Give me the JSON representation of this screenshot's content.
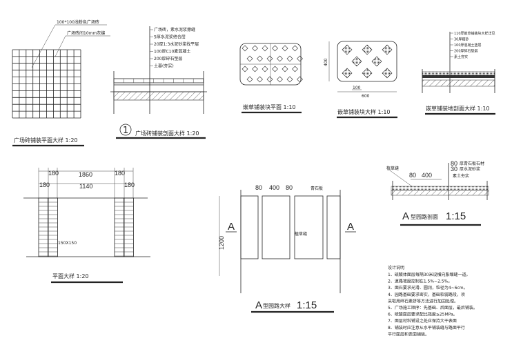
{
  "paving_plan": {
    "label_tile": "100*100浅粉色广场砖",
    "label_joint": "广场砖间10mm灰缝",
    "title": "广场砖铺装平面大样  1:20"
  },
  "paving_section": {
    "number": "1",
    "layers": [
      "广场砖，素水泥浆擦缝",
      "5厚水泥浆结合层",
      "20厚1:3水泥砂浆找平层",
      "100厚C10素混凝土",
      "200厚碎石垫层",
      "土基(夯实)"
    ],
    "title": "广场砖铺装剖面大样  1:20"
  },
  "grass_block_plan": {
    "title": "嵌草铺装块平面  1:10"
  },
  "grass_block_detail": {
    "dim_height": "400",
    "dim_hole": "100",
    "dim_width": "600",
    "title": "嵌草铺装块大样  1:10"
  },
  "grass_section": {
    "layers": [
      "110厚嵌草铺装块大样详见",
      "30厚粗砂",
      "100厚混凝土垫层",
      "200厚碎石垫层",
      "素土夯实"
    ],
    "title": "嵌草铺装地剖面大样  1:10"
  },
  "plan_detail": {
    "dim_total": "1860",
    "dim_inner": "1140",
    "dim_180": "180",
    "label_mid": "150X150",
    "title": "平面大样  1:20"
  },
  "path_a_detail": {
    "dim_80": "80",
    "dim_400": "400",
    "dim_1200": "1200",
    "section_mark": "A",
    "label_stone": "青石板",
    "label_grass": "植草缝",
    "title_prefix": "A",
    "title_text": "型园路大样",
    "title_scale": "1:15"
  },
  "path_a_section": {
    "label_edge": "植草缝",
    "dim_80": "80",
    "dim_400": "400",
    "layer_80": "80",
    "layer_80_text": "厚青石板石材",
    "layer_30": "30",
    "layer_30_text": "厚水泥砂浆",
    "layer_soil": "素土夯实",
    "title_prefix": "A",
    "title_text": "型园路剖面",
    "title_scale": "1:15"
  },
  "notes": {
    "heading": "设计说明",
    "items": [
      "1、硫酸体面层每隔30米设横向胀缩缝一道。",
      "2、道路坡度控制在1.5%~2.5%。",
      "3、面石要求光滑、圆润，粒径为4~6cm。",
      "4、园路基础要求密实，基础软弱路段，须",
      "   采取用碎石素挤等方法进行加固处理。",
      "5、广场施工顺序：先基础、后面层，最后铺装。",
      "6、硫酸面层要求配比强度≥25MPa。",
      "7、面层材料铺设之处应保持大干表面",
      "8、铺装时应注意从水平铺装缝与路面平行",
      "   平行面层和表面铺装。"
    ]
  }
}
